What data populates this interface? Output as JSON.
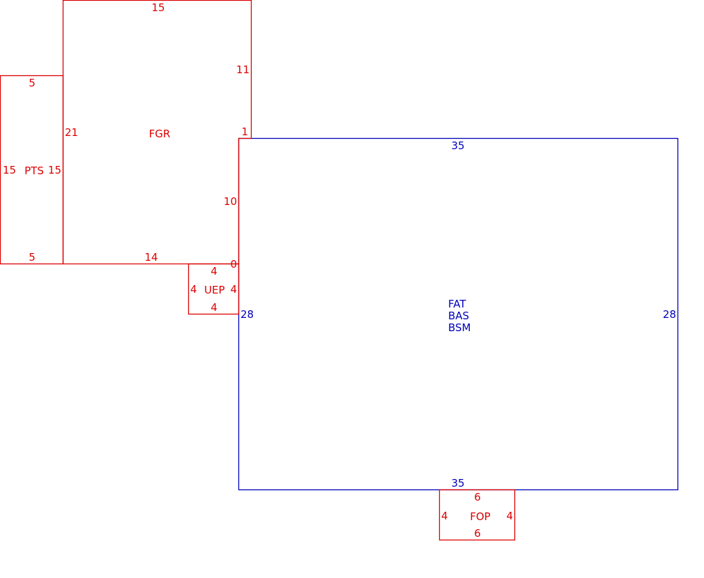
{
  "colors": {
    "main_structure": "#0000bb",
    "additions": "#dd0000",
    "background": "#ffffff"
  },
  "areas": {
    "main": {
      "codes": [
        "FAT",
        "BAS",
        "BSM"
      ],
      "dims": {
        "top": "35",
        "bottom": "35",
        "left": "28",
        "right": "28"
      }
    },
    "fgr": {
      "code": "FGR",
      "dims": {
        "top": "15",
        "right_upper": "11",
        "jog": "1",
        "right_lower": "10",
        "bottom": "14",
        "left": "21",
        "corner": "0"
      }
    },
    "pts": {
      "code": "PTS",
      "dims": {
        "top": "5",
        "bottom": "5",
        "left": "15",
        "right": "15"
      }
    },
    "uep": {
      "code": "UEP",
      "dims": {
        "top": "4",
        "bottom": "4",
        "left": "4",
        "right": "4"
      }
    },
    "fop": {
      "code": "FOP",
      "dims": {
        "top": "6",
        "bottom": "6",
        "left": "4",
        "right": "4"
      }
    }
  }
}
